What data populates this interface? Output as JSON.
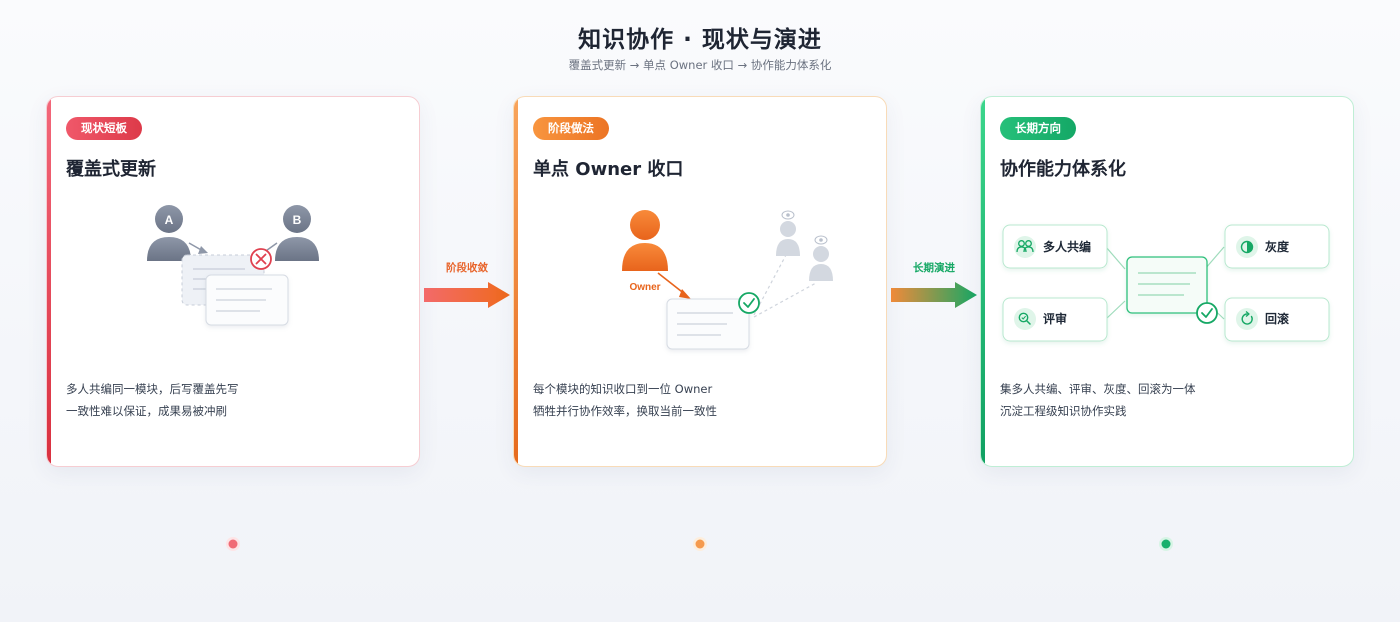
{
  "title": "知识协作 · 现状与演进",
  "subtitle": "覆盖式更新 → 单点 Owner 收口 → 协作能力体系化",
  "colors": {
    "red": "#e0404f",
    "orange": "#ee7a2a",
    "green": "#16a865"
  },
  "cards": [
    {
      "badge": "现状短板",
      "title": "覆盖式更新",
      "illustration": {
        "user_a": "A",
        "user_b": "B"
      },
      "desc_lines": [
        "多人共编同一模块，后写覆盖先写",
        "一致性难以保证，成果易被冲刷"
      ]
    },
    {
      "badge": "阶段做法",
      "title": "单点 Owner 收口",
      "illustration": {
        "owner_label": "Owner"
      },
      "desc_lines": [
        "每个模块的知识收口到一位 Owner",
        "牺牲并行协作效率，换取当前一致性"
      ]
    },
    {
      "badge": "长期方向",
      "title": "协作能力体系化",
      "illustration": {
        "nodes": [
          "多人共编",
          "评审",
          "灰度",
          "回滚"
        ]
      },
      "desc_lines": [
        "集多人共编、评审、灰度、回滚为一体",
        "沉淀工程级知识协作实践"
      ]
    }
  ],
  "connectors": [
    {
      "label": "阶段收敛"
    },
    {
      "label": "长期演进"
    }
  ]
}
